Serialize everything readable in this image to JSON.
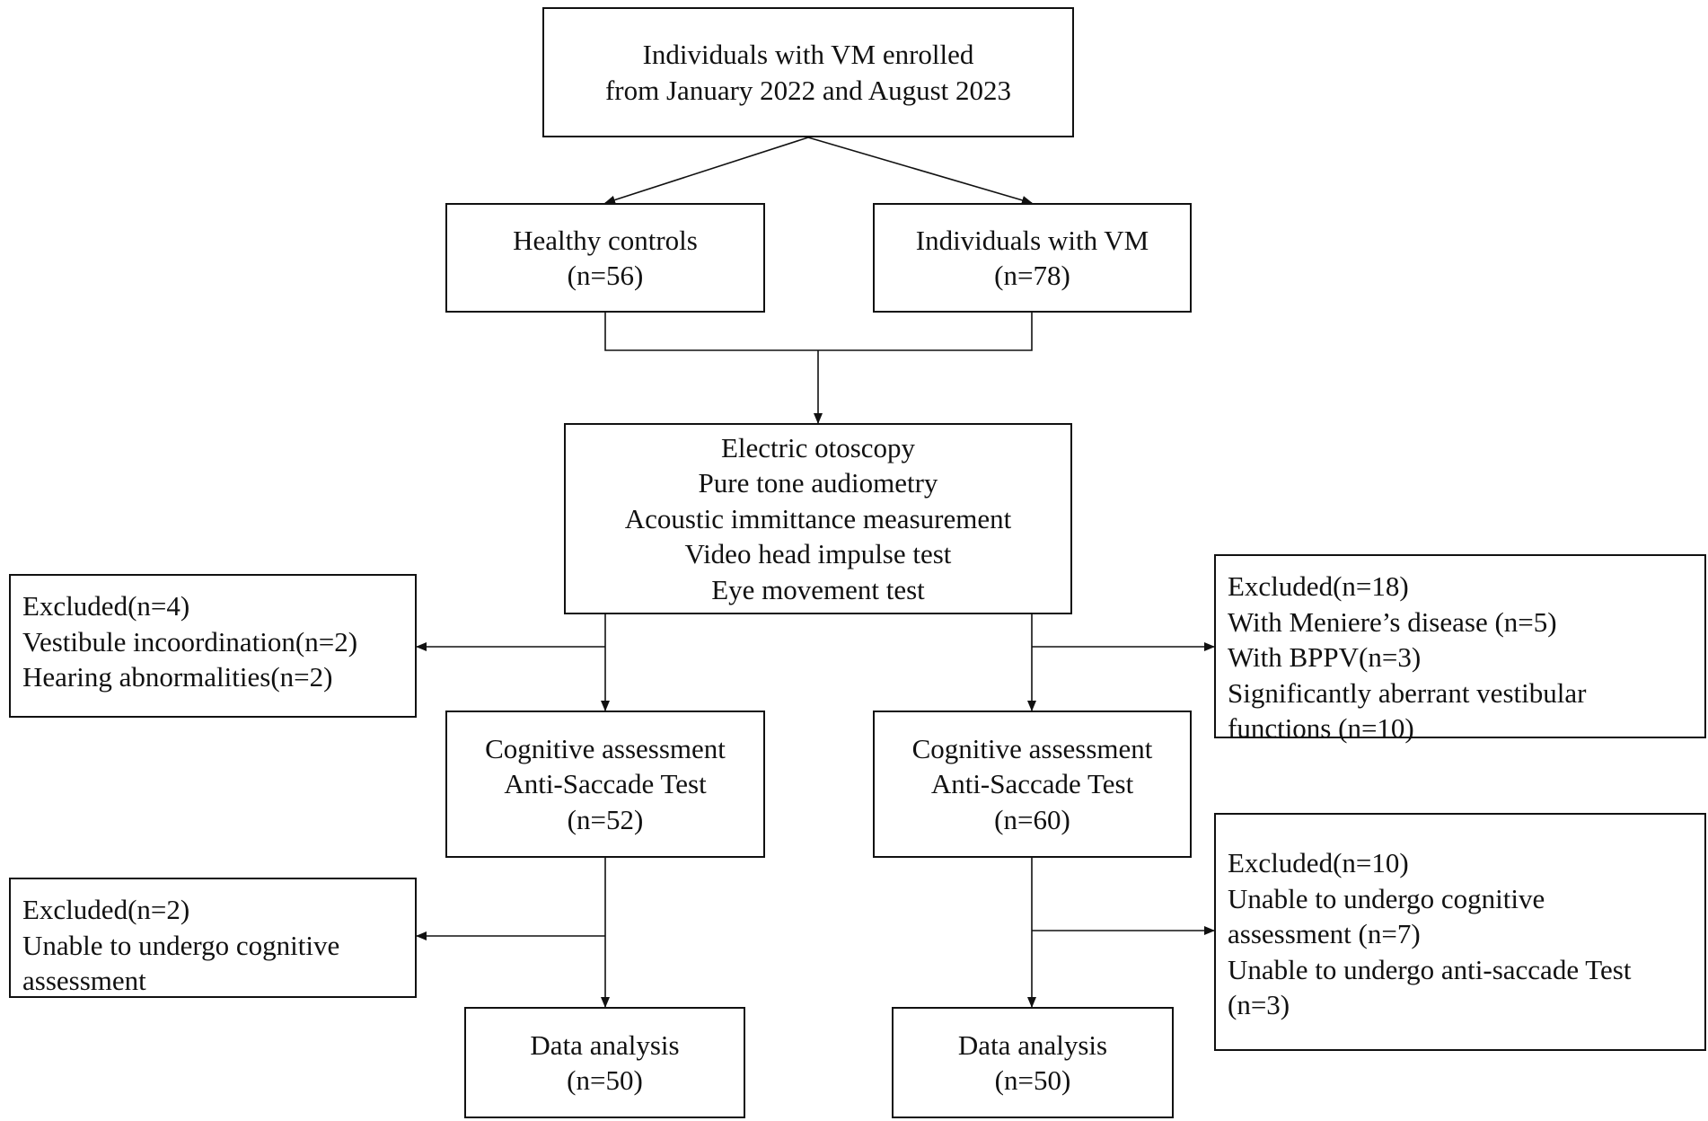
{
  "boxes": {
    "enrollment": {
      "lines": [
        "Individuals with VM enrolled",
        "from January 2022 and August 2023"
      ]
    },
    "healthy_controls": {
      "lines": [
        "Healthy controls",
        "(n=56)"
      ]
    },
    "vm_group": {
      "lines": [
        "Individuals with VM",
        "(n=78)"
      ]
    },
    "examinations": {
      "lines": [
        "Electric otoscopy",
        "Pure tone audiometry",
        "Acoustic immittance measurement",
        "Video head impulse test",
        "Eye movement test"
      ]
    },
    "excluded_hc_1": {
      "lines": [
        "Excluded(n=4)",
        "Vestibule incoordination(n=2)",
        "Hearing abnormalities(n=2)"
      ]
    },
    "excluded_vm_1": {
      "lines": [
        "Excluded(n=18)",
        "With Meniere’s disease (n=5)",
        "With BPPV(n=3)",
        "Significantly aberrant vestibular",
        "functions (n=10)"
      ]
    },
    "assessment_hc": {
      "lines": [
        "Cognitive assessment",
        "Anti-Saccade Test",
        "(n=52)"
      ]
    },
    "assessment_vm": {
      "lines": [
        "Cognitive assessment",
        "Anti-Saccade Test",
        "(n=60)"
      ]
    },
    "excluded_hc_2": {
      "lines": [
        "Excluded(n=2)",
        "Unable to undergo cognitive",
        "assessment"
      ]
    },
    "excluded_vm_2": {
      "lines": [
        "Excluded(n=10)",
        "Unable to undergo cognitive",
        "assessment (n=7)",
        "Unable to undergo anti-saccade Test",
        "(n=3)"
      ]
    },
    "analysis_hc": {
      "lines": [
        "Data analysis",
        "(n=50)"
      ]
    },
    "analysis_vm": {
      "lines": [
        "Data analysis",
        "(n=50)"
      ]
    }
  }
}
